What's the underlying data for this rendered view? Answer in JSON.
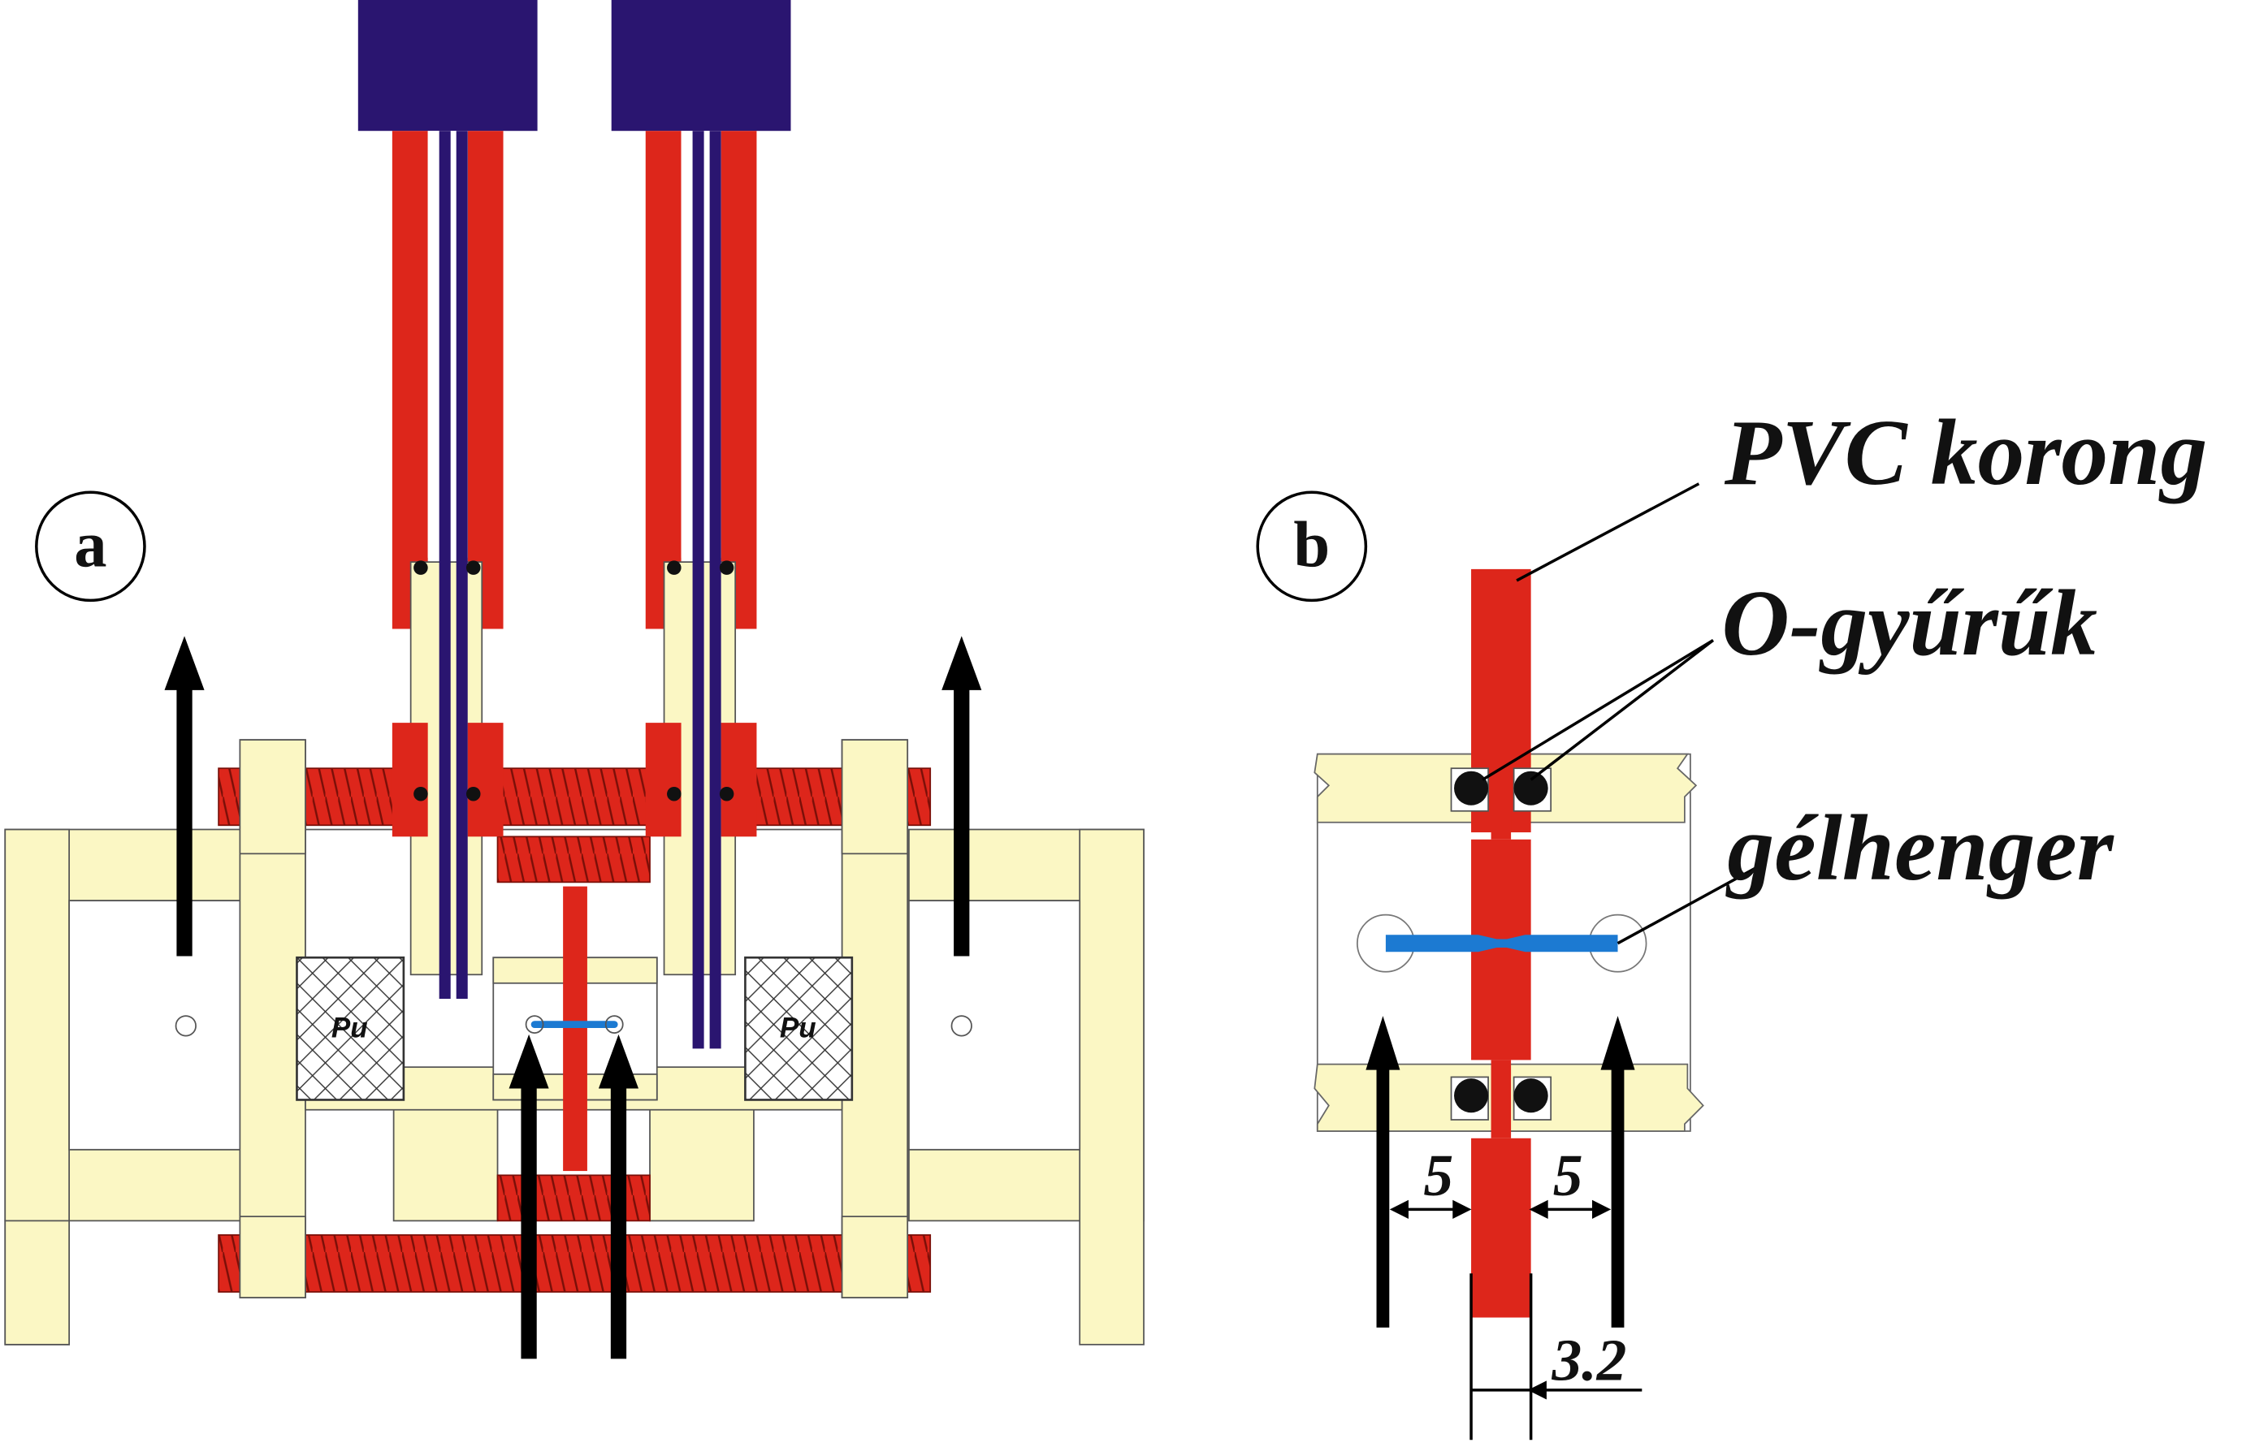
{
  "panel_a": {
    "label": "a",
    "pu_left": "Pu",
    "pu_right": "Pu"
  },
  "panel_b": {
    "label": "b",
    "callouts": {
      "pvc": "PVC korong",
      "orings": "O-gyűrűk",
      "gel": "gélhenger"
    },
    "dimensions": {
      "left_gap": "5",
      "right_gap": "5",
      "thickness": "3.2"
    }
  },
  "colors": {
    "frame": "#fbf7c4",
    "red": "#dd261b",
    "navy": "#2a1570",
    "gel": "#1c7ad2",
    "ink": "#111111"
  }
}
